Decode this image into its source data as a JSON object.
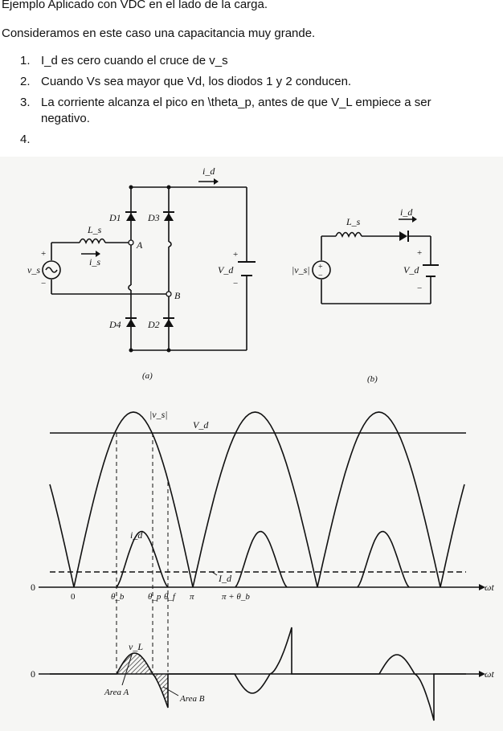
{
  "document": {
    "heading": "Ejemplo Aplicado con VDC en el lado de la carga.",
    "intro": "Consideramos en este caso una capacitancia muy grande.",
    "steps": [
      {
        "num": "1.",
        "text": "I_d es cero cuando el cruce de v_s"
      },
      {
        "num": "2.",
        "text": "Cuando Vs sea mayor que Vd, los diodos 1 y 2 conducen."
      },
      {
        "num": "3.",
        "text": "La corriente alcanza el pico en \\theta_p, antes de que V_L empiece a ser negativo."
      },
      {
        "num": "4.",
        "text": ""
      }
    ]
  },
  "figure": {
    "circuit_a": {
      "id": "i_d",
      "d1": "D1",
      "d3": "D3",
      "d4": "D4",
      "d2": "D2",
      "ls": "L_s",
      "is": "i_s",
      "a": "A",
      "b": "B",
      "vs": "v_s",
      "vd": "V_d",
      "plus": "+",
      "minus": "−",
      "caption": "(a)"
    },
    "circuit_b": {
      "ls": "L_s",
      "id": "i_d",
      "vs": "|v_s|",
      "vd": "V_d",
      "plus": "+",
      "minus": "−",
      "caption": "(b)"
    },
    "waveform_top": {
      "vs_abs": "|v_s|",
      "vd": "V_d",
      "id": "i_d",
      "Id": "I_d",
      "zero": "0",
      "omega_t": "ωt",
      "ticks": [
        "0",
        "θ_b",
        "θ_p",
        "θ_f",
        "π",
        "π + θ_b"
      ]
    },
    "waveform_bottom": {
      "vl": "v_L",
      "zero": "0",
      "omega_t": "ωt",
      "area_a": "Area A",
      "area_b": "Area B"
    }
  }
}
